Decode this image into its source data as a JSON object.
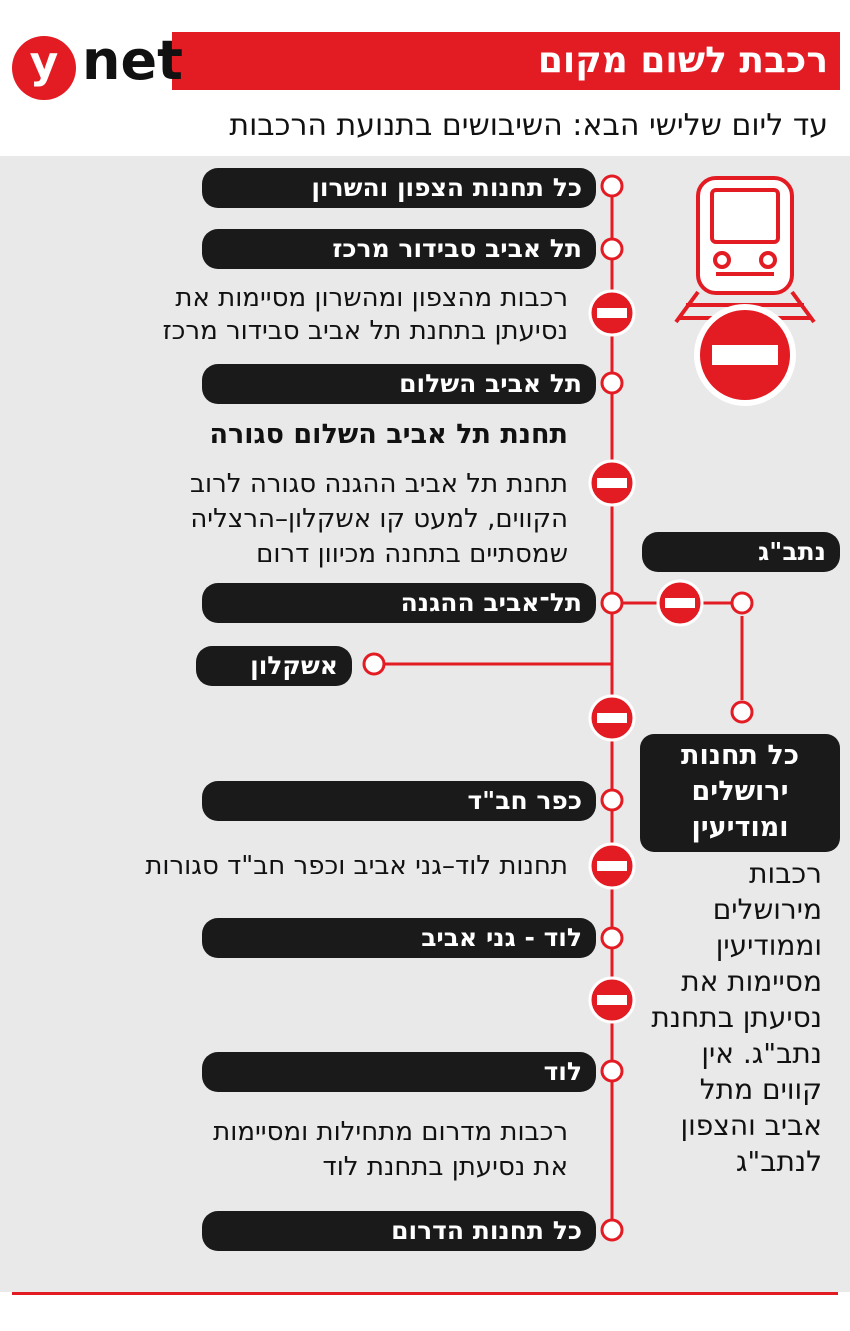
{
  "colors": {
    "accent": "#e31b23",
    "dark": "#1a1a1a",
    "background": "#e9e9ea"
  },
  "header": {
    "title": "רכבת לשום מקום",
    "logo_y": "y",
    "logo_net": "net",
    "subtitle": "עד ליום שלישי הבא: השיבושים בתנועת הרכבות"
  },
  "stations": {
    "north": "כל תחנות הצפון והשרון",
    "savidor": "תל אביב סבידור מרכז",
    "hashalom": "תל אביב השלום",
    "hahagana": "תל־אביב ההגנה",
    "ashkelon": "אשקלון",
    "kfar_chabad": "כפר חב\"ד",
    "lod_ganei_aviv": "לוד - גני אביב",
    "lod": "לוד",
    "south": "כל תחנות הדרום",
    "nataba": "נתב\"ג"
  },
  "notes": {
    "savidor_line1": "רכבות מהצפון ומהשרון מסיימות את",
    "savidor_line2": "נסיעתן בתחנת תל אביב סבידור מרכז",
    "hashalom_closed": "תחנת תל אביב השלום סגורה",
    "hahagana_line1": "תחנת תל אביב ההגנה סגורה לרוב",
    "hahagana_line2": "הקווים, למעט קו אשקלון–הרצליה",
    "hahagana_line3": "שמסתיים בתחנה מכיוון דרום",
    "lod_ganei_closed": "תחנות לוד–גני אביב וכפר חב\"ד סגורות",
    "lod_line1": "רכבות מדרום מתחילות ומסיימות",
    "lod_line2": "את נסיעתן בתחנת לוד"
  },
  "jerusalem": {
    "box_line1": "כל תחנות",
    "box_line2": "ירושלים",
    "box_line3": "ומודיעין",
    "note": "רכבות מירושלים וממודיעין מסיימות את נסיעתן בתחנת נתב\"ג. אין קווים מתל אביב והצפון לנתב\"ג"
  },
  "icons": {
    "train": "train-icon",
    "no_entry": "no-entry-icon",
    "station": "station-circle-icon"
  }
}
